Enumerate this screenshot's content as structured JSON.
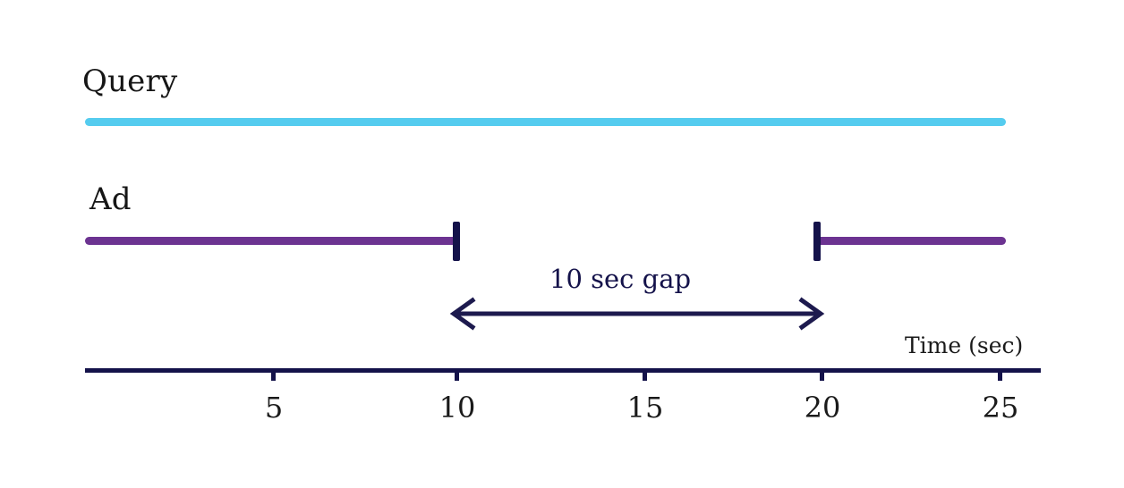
{
  "chart_data": {
    "type": "table",
    "title": "",
    "xlabel": "Time (sec)",
    "ylabel": "",
    "xlim": [
      0,
      26
    ],
    "grid": false,
    "legend_position": "inline-left",
    "axis": {
      "title": "Time (sec)",
      "ticks": [
        {
          "value": 5,
          "label": "5"
        },
        {
          "value": 10,
          "label": "10"
        },
        {
          "value": 15,
          "label": "15"
        },
        {
          "value": 20,
          "label": "20"
        },
        {
          "value": 25,
          "label": "25"
        }
      ]
    },
    "series": [
      {
        "name": "Query",
        "color": "#55ccef",
        "segments": [
          {
            "start": 0,
            "end": 25
          }
        ]
      },
      {
        "name": "Ad",
        "color": "#6c3391",
        "segments": [
          {
            "start": 0,
            "end": 10
          },
          {
            "start": 20,
            "end": 25
          }
        ]
      }
    ],
    "annotations": [
      {
        "label": "10 sec gap",
        "start": 10,
        "end": 20,
        "value": 10,
        "unit": "sec",
        "color": "#14124a"
      }
    ]
  },
  "tracks": {
    "query": {
      "label": "Query",
      "color": "#55ccef"
    },
    "ad": {
      "label": "Ad",
      "color": "#6c3391"
    }
  },
  "gap": {
    "label": "10 sec gap",
    "color": "#14124a"
  },
  "axis": {
    "title": "Time (sec)",
    "color": "#14124a",
    "tick_labels": [
      "5",
      "10",
      "15",
      "20",
      "25"
    ]
  }
}
